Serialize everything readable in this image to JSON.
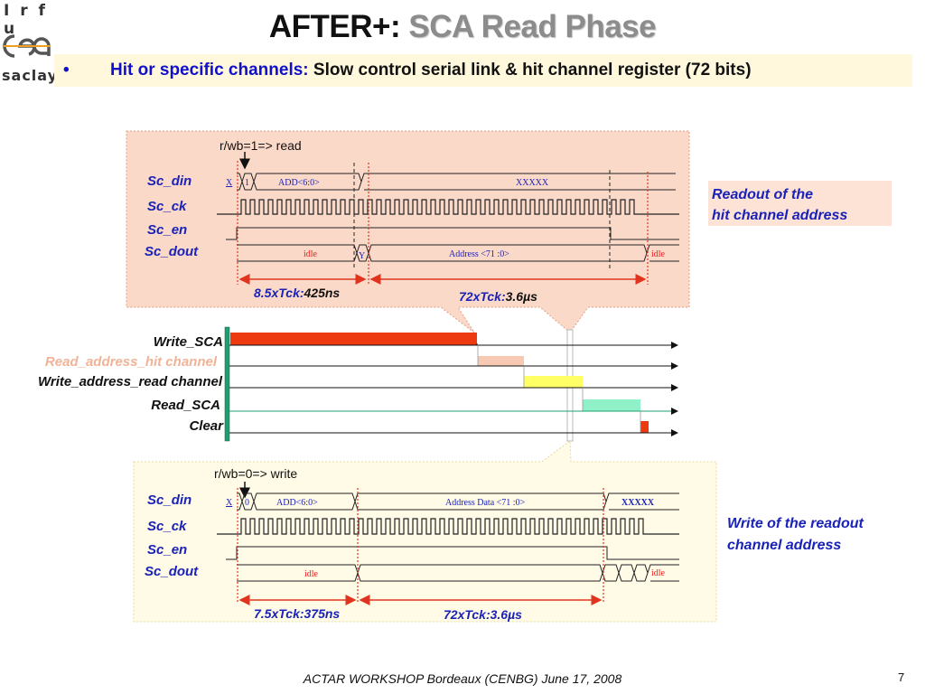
{
  "logo": {
    "line1": "I r f u",
    "line2": "cea",
    "line3": "saclay"
  },
  "title": {
    "prefix": "AFTER+:",
    "main": "SCA Read Phase"
  },
  "subtitle": {
    "bullet": "•",
    "highlight": "Hit or specific channels:",
    "rest": "Slow control serial link & hit channel register (72 bits)"
  },
  "read_block": {
    "mode_label": "r/wb=1=> read",
    "signals": [
      "Sc_din",
      "Sc_ck",
      "Sc_en",
      "Sc_dout"
    ],
    "din_segments": [
      "X",
      "1",
      "ADD<6:0>",
      "XXXXX"
    ],
    "dout_segments": [
      "idle",
      "Y",
      "Address <71 :0>",
      "idle"
    ],
    "timing": [
      {
        "prefix": "8.5xTck:",
        "value": "425ns"
      },
      {
        "prefix": "72xTck:",
        "value": "3.6µs"
      }
    ]
  },
  "read_note": {
    "line1": "Readout of the",
    "line2": "hit channel address"
  },
  "middle": {
    "rows": [
      "Write_SCA",
      "Read_address_hit channel",
      "Write_address_read channel",
      "Read_SCA",
      "Clear"
    ]
  },
  "write_block": {
    "mode_label": "r/wb=0=> write",
    "signals": [
      "Sc_din",
      "Sc_ck",
      "Sc_en",
      "Sc_dout"
    ],
    "din_segments": [
      "X",
      "0",
      "ADD<6:0>",
      "Address Data <71 :0>",
      "XXXXX"
    ],
    "dout_segments": [
      "idle",
      "idle"
    ],
    "timing": [
      {
        "prefix": "7.5xTck:",
        "value": "375ns"
      },
      {
        "prefix": "72xTck:",
        "value": "3.6µs"
      }
    ]
  },
  "write_note": {
    "line1": "Write of the readout",
    "line2": "channel address"
  },
  "footer": {
    "text": "ACTAR WORKSHOP Bordeaux (CENBG) June 17, 2008",
    "page": "7"
  },
  "colors": {
    "title_grey": "#8c8c8c",
    "subtitle_blue": "#1010c8",
    "subtitle_bg": "#fff8dc",
    "read_panel_bg": "#fbd9c9",
    "write_panel_bg": "#fffbe6",
    "signal_label_blue": "#1a22b8",
    "timing_blue": "#1a22b8",
    "arrow_red": "#e0341e",
    "write_sca_bar": "#ee3a10",
    "read_addr_bar": "#f7c9b2",
    "write_addr_bar": "#ffff66",
    "read_sca_bar": "#90f0c8",
    "clear_bar": "#ee3a10",
    "green_bar": "#1e9f6f",
    "note_bg": "#fde3d6"
  }
}
